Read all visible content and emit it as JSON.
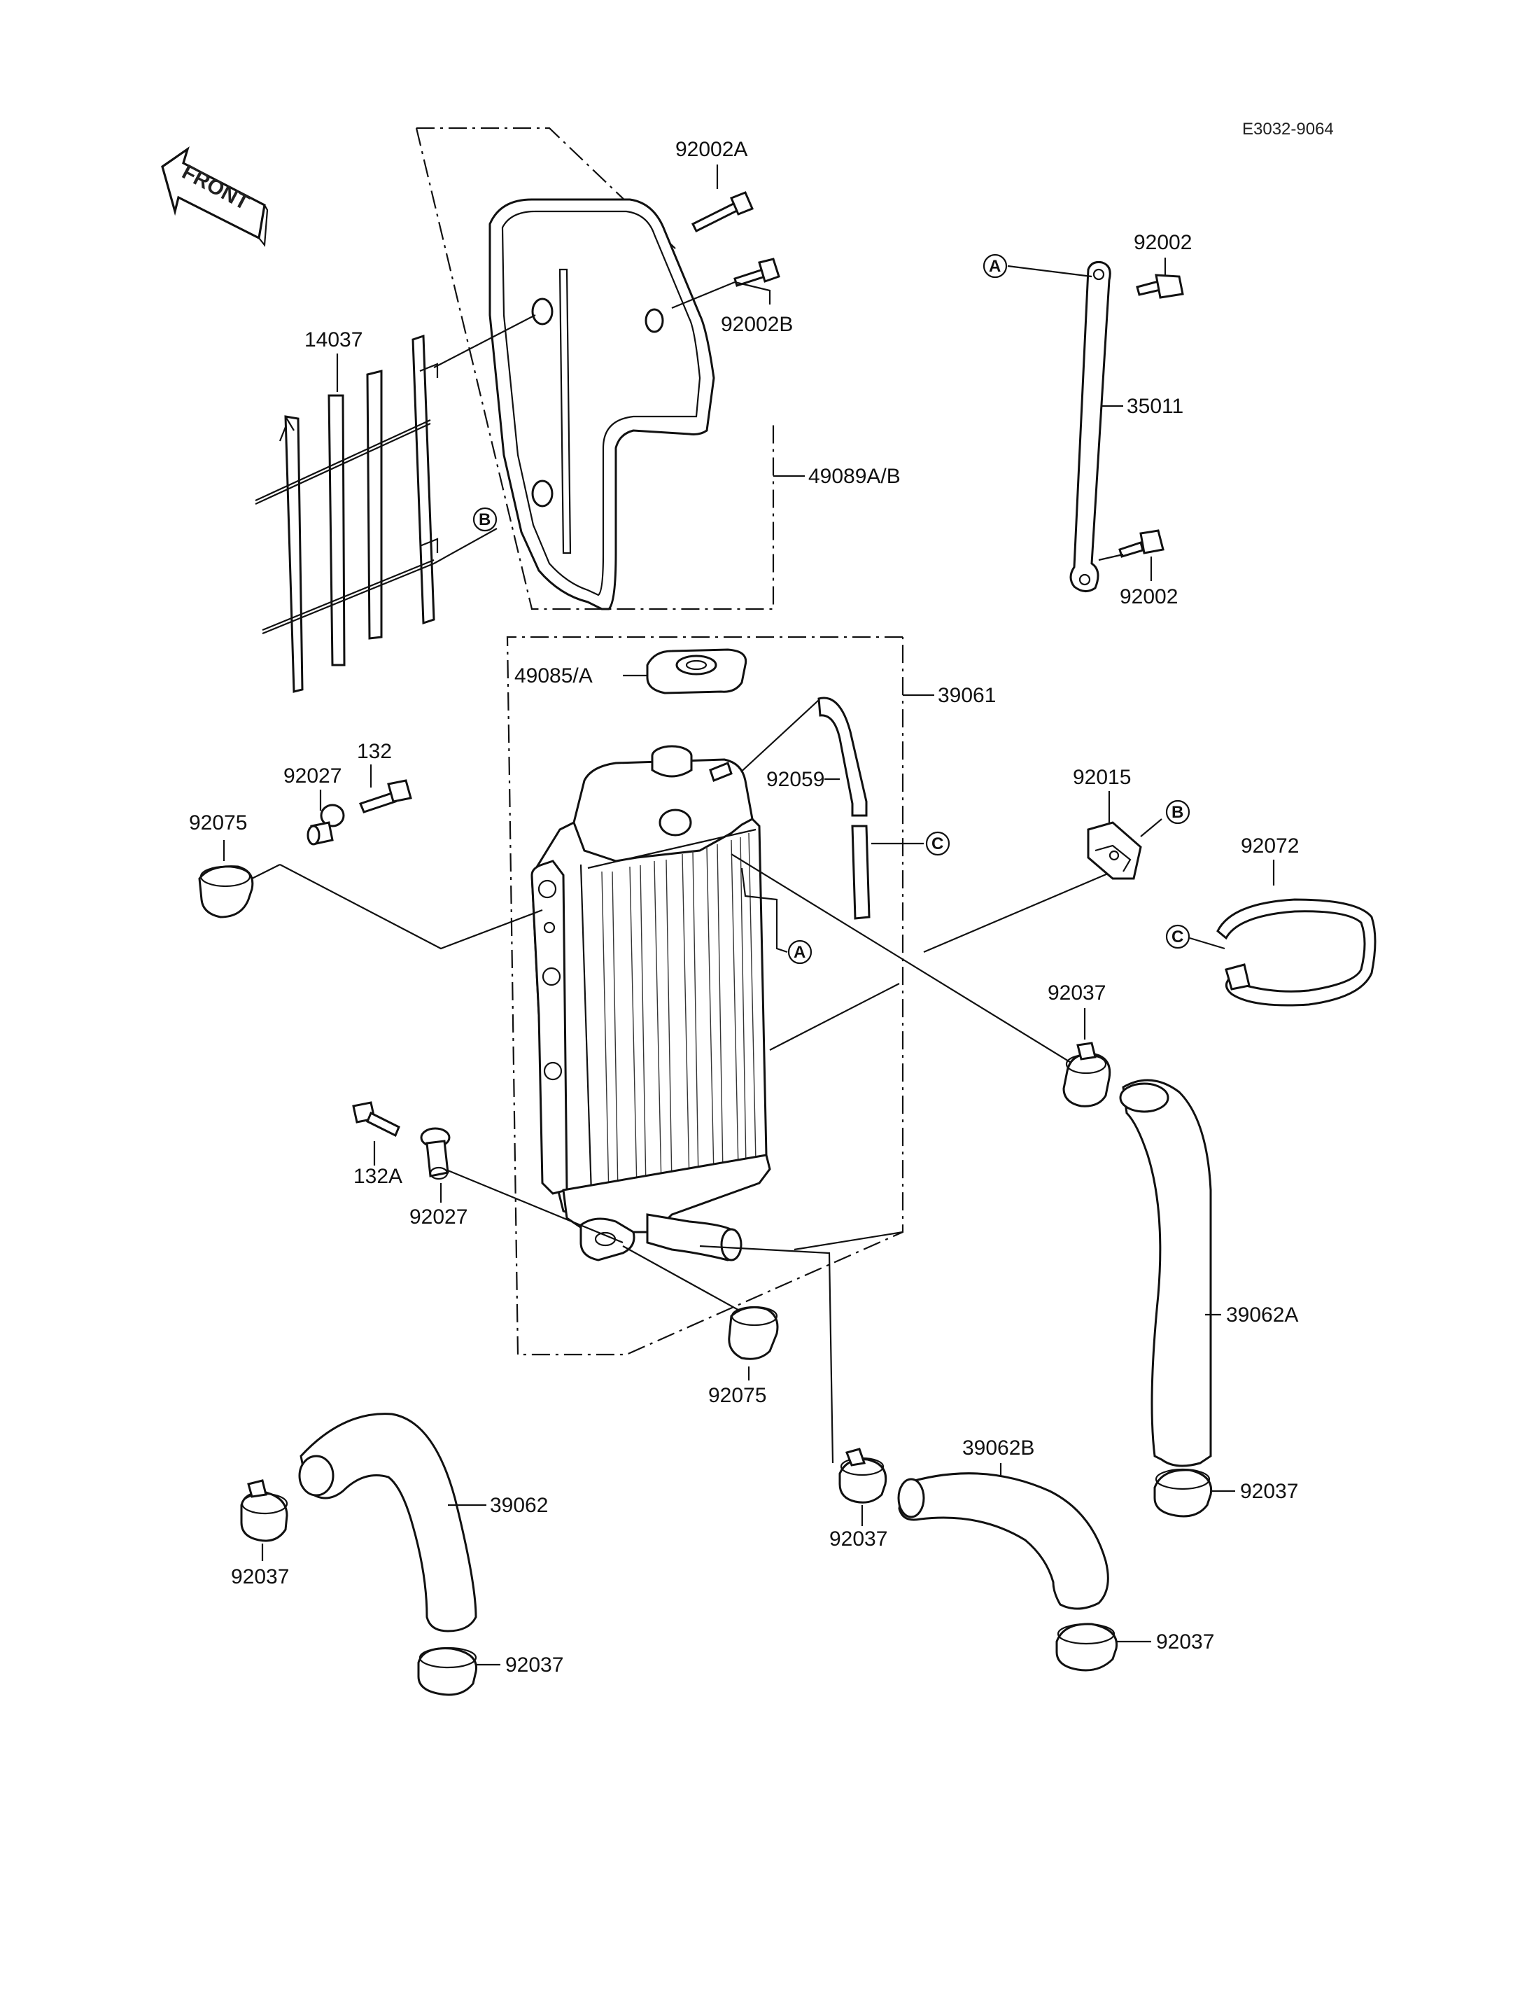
{
  "diagram": {
    "code": "E3032-9064",
    "front_label": "FRONT",
    "callouts": {
      "a": "A",
      "b": "B",
      "c": "C"
    },
    "parts": {
      "p92002A": "92002A",
      "p92002B": "92002B",
      "p92002_top": "92002",
      "p35011": "35011",
      "p92002_bottom": "92002",
      "p14037": "14037",
      "p49089AB": "49089A/B",
      "p49085A": "49085/A",
      "p39061": "39061",
      "p92059": "92059",
      "p92015": "92015",
      "p92072": "92072",
      "p132": "132",
      "p92027_top": "92027",
      "p92075_left": "92075",
      "p92037_mid": "92037",
      "p132A": "132A",
      "p92027_bottom": "92027",
      "p39062A": "39062A",
      "p92075_bottom": "92075",
      "p39062B": "39062B",
      "p92037_right": "92037",
      "p39062": "39062",
      "p92037_left": "92037",
      "p92037_hoseb": "92037",
      "p92037_bottom_left": "92037",
      "p92037_bottom_right": "92037"
    }
  }
}
